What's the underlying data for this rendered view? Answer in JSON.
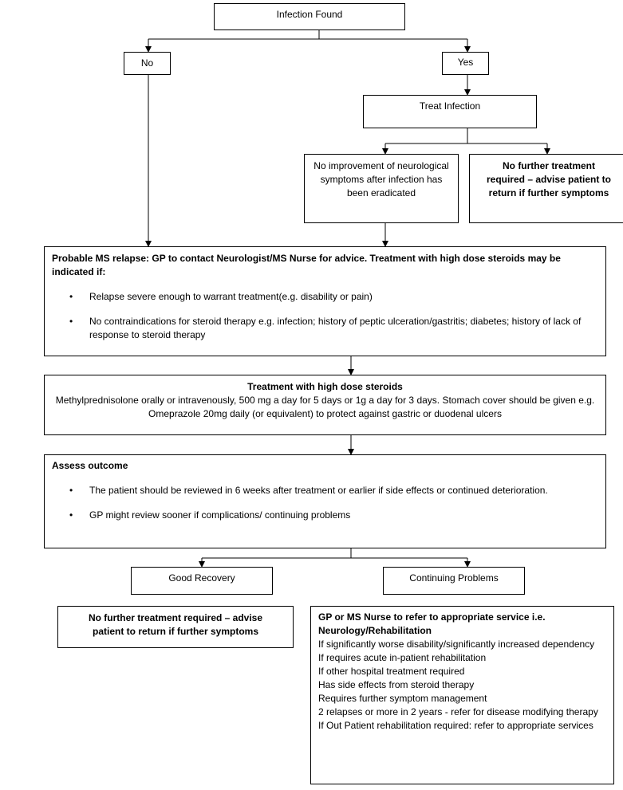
{
  "infection": {
    "title": "Infection Found",
    "no": "No",
    "yes": "Yes",
    "treat": "Treat Infection"
  },
  "branch": {
    "no_improvement": "No improvement of neurological symptoms after infection has been eradicated",
    "no_further": "No further treatment required – advise patient to return if further symptoms"
  },
  "relapse": {
    "heading": "Probable MS relapse: GP to contact Neurologist/MS Nurse for advice.  Treatment with high dose steroids may be indicated if:",
    "bullets": [
      "Relapse severe enough to warrant treatment(e.g. disability or pain)",
      "No contraindications for steroid therapy e.g. infection; history of peptic ulceration/gastritis; diabetes; history of lack of response to steroid therapy"
    ]
  },
  "treatment": {
    "title": "Treatment with high dose steroids",
    "body": "Methylprednisolone orally or intravenously, 500 mg a day for 5 days or 1g a day for 3 days. Stomach cover should be given e.g. Omeprazole 20mg daily (or equivalent) to protect against gastric or duodenal ulcers"
  },
  "assess": {
    "title": "Assess outcome",
    "bullets": [
      "The patient should be reviewed in 6 weeks after treatment or earlier if side effects or continued deterioration.",
      "GP might review sooner if complications/ continuing problems"
    ]
  },
  "outcome": {
    "good": "Good Recovery",
    "continuing": "Continuing Problems",
    "no_further": "No further treatment required – advise patient to return if further symptoms"
  },
  "refer": {
    "title": "GP or MS Nurse to refer to appropriate service i.e. Neurology/Rehabilitation",
    "items": [
      "If significantly worse disability/significantly increased dependency",
      "If requires acute in-patient rehabilitation",
      "If other hospital treatment required",
      "Has side effects from steroid therapy",
      "Requires further symptom management",
      "2 relapses or more in 2 years - refer for disease modifying therapy",
      "If Out Patient rehabilitation required: refer to appropriate services"
    ]
  }
}
